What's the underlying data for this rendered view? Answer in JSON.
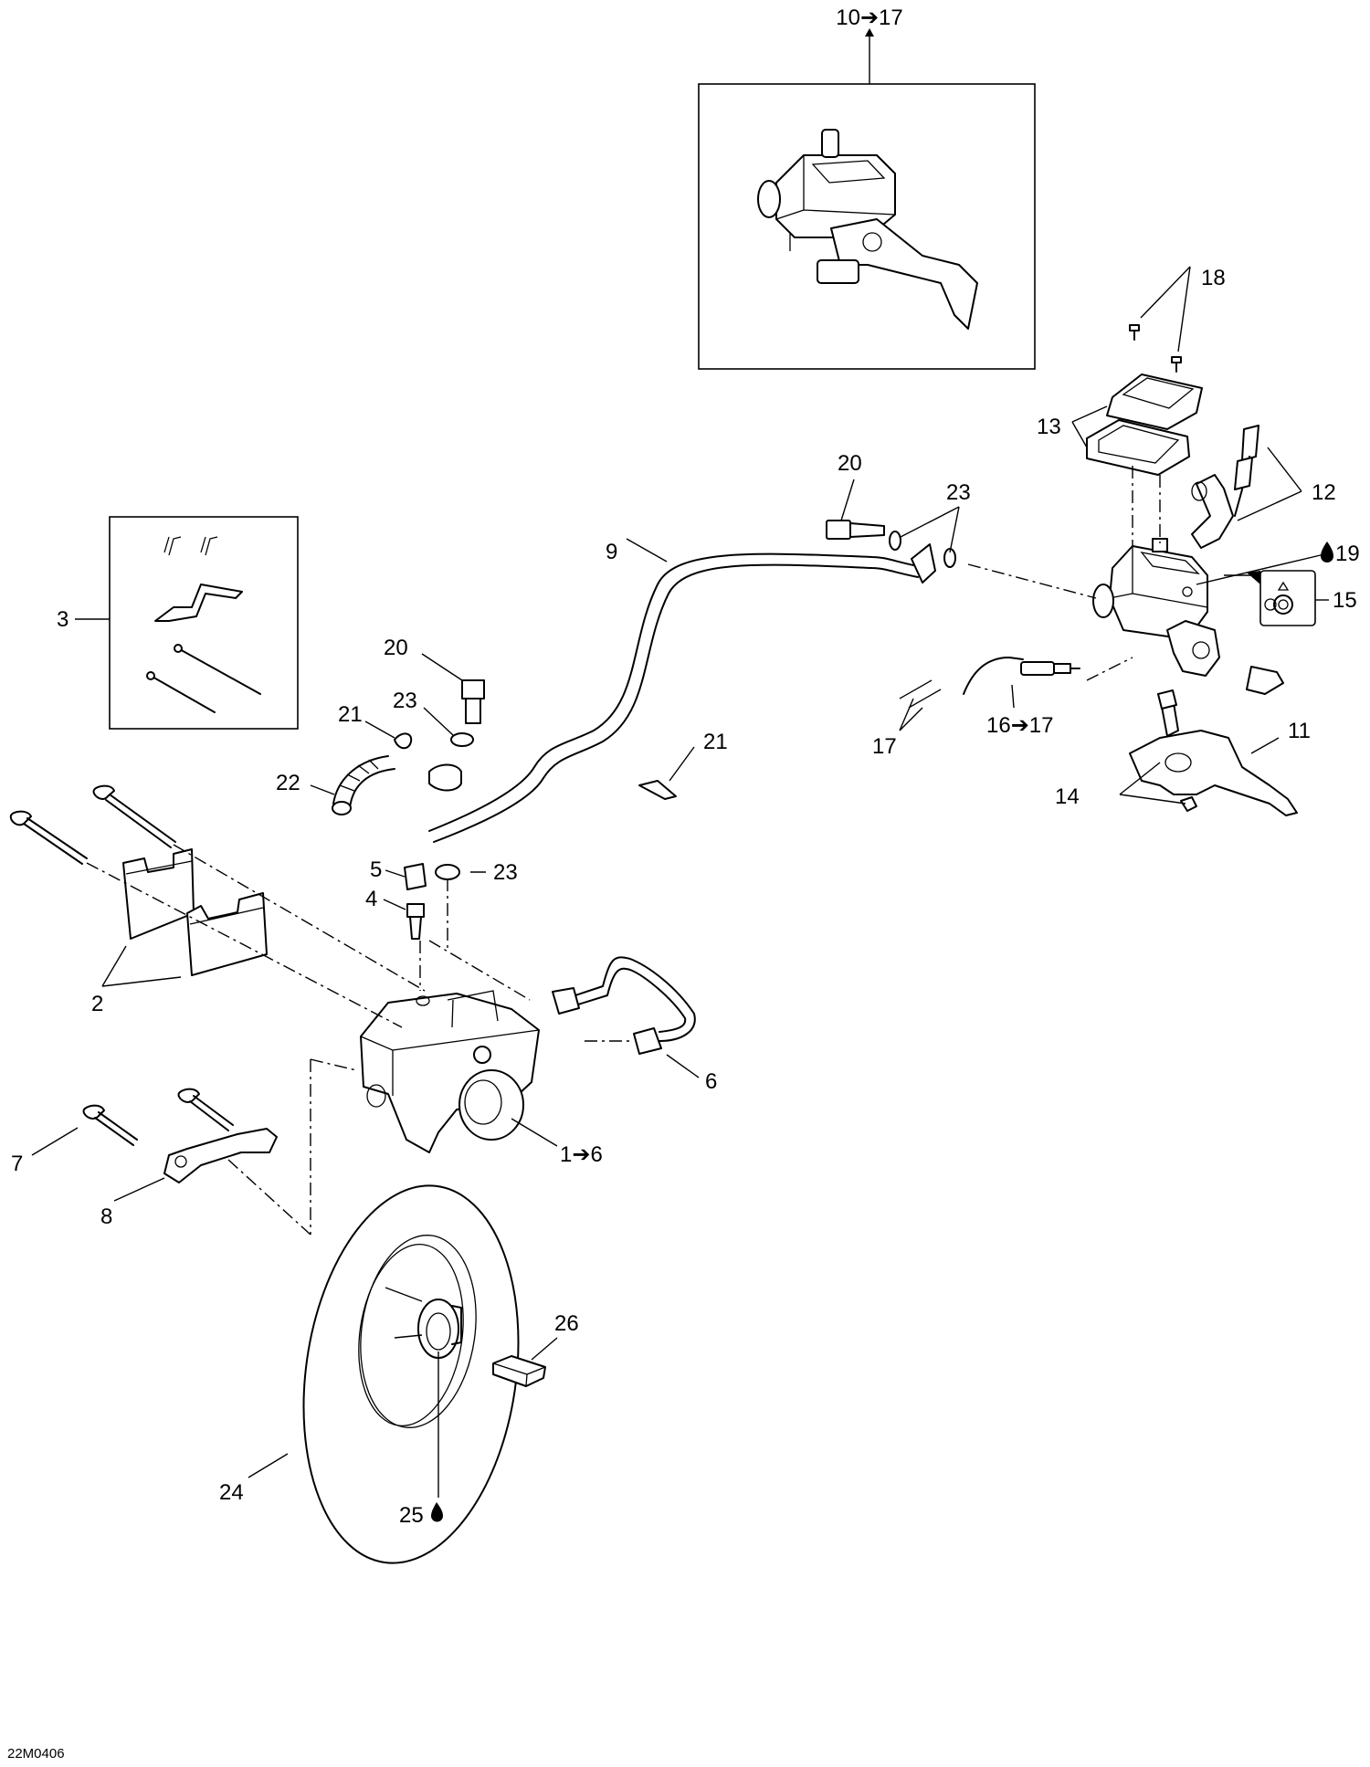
{
  "labels": {
    "l10_17": "10➔17",
    "l18": "18",
    "l13": "13",
    "l12": "12",
    "l19": "19",
    "l15": "15",
    "l20a": "20",
    "l23a": "23",
    "l9": "9",
    "l3": "3",
    "l20b": "20",
    "l23b": "23",
    "l21a": "21",
    "l21b": "21",
    "l22": "22",
    "l5": "5",
    "l23c": "23",
    "l4": "4",
    "l16_17": "16➔17",
    "l17": "17",
    "l11": "11",
    "l14": "14",
    "l2": "2",
    "l6": "6",
    "l1_6": "1➔6",
    "l7": "7",
    "l8": "8",
    "l26": "26",
    "l24": "24",
    "l25": "25"
  },
  "drawing_code": "22M0406"
}
